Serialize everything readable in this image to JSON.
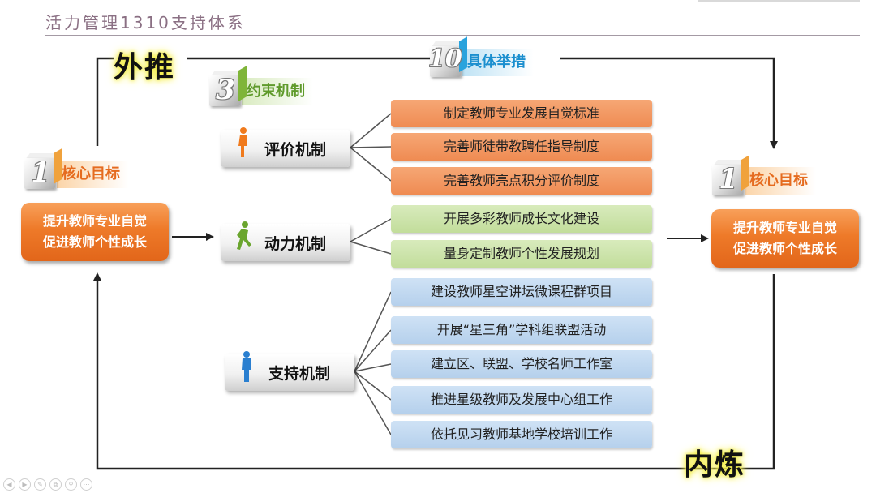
{
  "header": {
    "title": "活力管理1310支持体系"
  },
  "words": {
    "outer": "外推",
    "inner": "内炼"
  },
  "badges": {
    "measures": {
      "number": "10",
      "label": "具体举措"
    },
    "constraints": {
      "number": "3",
      "label": "约束机制"
    },
    "core_left": {
      "number": "1",
      "label": "核心目标"
    },
    "core_right": {
      "number": "1",
      "label": "核心目标"
    }
  },
  "goal_left": {
    "line1": "提升教师专业自觉",
    "line2": "促进教师个性成长"
  },
  "goal_right": {
    "line1": "提升教师专业自觉",
    "line2": "促进教师个性成长"
  },
  "mechanisms": [
    {
      "label": "评价机制",
      "icon": "walking-figure-icon",
      "color": "#f07a1c"
    },
    {
      "label": "动力机制",
      "icon": "running-figure-icon",
      "color": "#6aa52e"
    },
    {
      "label": "支持机制",
      "icon": "standing-figure-icon",
      "color": "#2a7fd0"
    }
  ],
  "measures": [
    {
      "text": "制定教师专业发展自觉标准",
      "group": "evaluation"
    },
    {
      "text": "完善师徒带教聘任指导制度",
      "group": "evaluation"
    },
    {
      "text": "完善教师亮点积分评价制度",
      "group": "evaluation"
    },
    {
      "text": "开展多彩教师成长文化建设",
      "group": "motivation"
    },
    {
      "text": "量身定制教师个性发展规划",
      "group": "motivation"
    },
    {
      "text": "建设教师星空讲坛微课程群项目",
      "group": "support"
    },
    {
      "text": "开展“星三角”学科组联盟活动",
      "group": "support"
    },
    {
      "text": "建立区、联盟、学校名师工作室",
      "group": "support"
    },
    {
      "text": "推进星级教师及发展中心组工作",
      "group": "support"
    },
    {
      "text": "依托见习教师基地学校培训工作",
      "group": "support"
    }
  ],
  "colors": {
    "orange": "#ee7a29",
    "green": "#c2dd9b",
    "blue": "#b5d0ec",
    "accent_text_orange": "#e56b1f",
    "accent_text_green": "#5f9a2b",
    "accent_text_blue": "#1b8fcf"
  },
  "slide_nav_icons": [
    "prev-icon",
    "next-icon",
    "pen-icon",
    "copy-icon",
    "zoom-icon",
    "more-icon"
  ]
}
